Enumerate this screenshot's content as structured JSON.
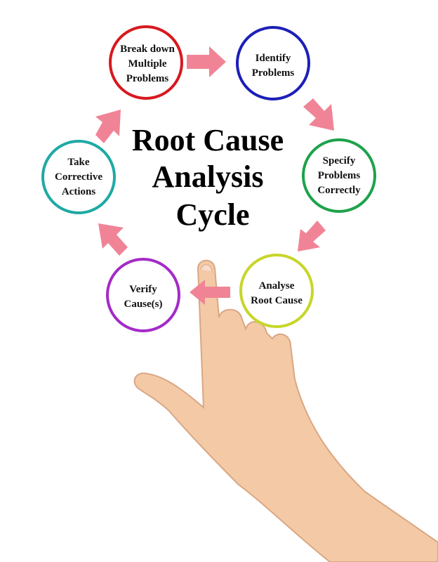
{
  "title": {
    "lines": [
      "Root Cause",
      "Analysis",
      "Cycle"
    ]
  },
  "nodes": [
    {
      "id": "break-down",
      "lines": [
        "Break down",
        "Multiple",
        "Problems"
      ],
      "color": "#d7191f"
    },
    {
      "id": "identify",
      "lines": [
        "Identify",
        "Problems"
      ],
      "color": "#1d1fb8"
    },
    {
      "id": "specify",
      "lines": [
        "Specify",
        "Problems",
        "Correctly"
      ],
      "color": "#1ea24c"
    },
    {
      "id": "analyse",
      "lines": [
        "Analyse",
        "Root Cause"
      ],
      "color": "#c7d62a"
    },
    {
      "id": "verify",
      "lines": [
        "Verify",
        "Cause(s)"
      ],
      "color": "#a42bc8"
    },
    {
      "id": "take",
      "lines": [
        "Take",
        "Corrective",
        "Actions"
      ],
      "color": "#1fa9a3"
    }
  ],
  "arrow_color": "#f08496",
  "skin_color": "#f3c9a6"
}
